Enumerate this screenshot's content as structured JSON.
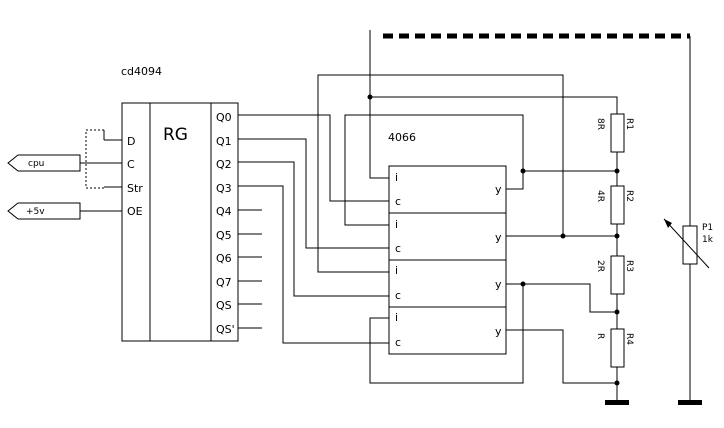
{
  "chip_register": {
    "name": "cd4094",
    "block_label": "RG",
    "inputs": [
      "D",
      "C",
      "Str",
      "OE"
    ],
    "outputs": [
      "Q0",
      "Q1",
      "Q2",
      "Q3",
      "Q4",
      "Q5",
      "Q6",
      "Q7",
      "QS",
      "QS'"
    ]
  },
  "chip_switch": {
    "name": "4066",
    "input_label": "i",
    "control_label": "c",
    "output_label": "y"
  },
  "connectors": {
    "cpu": "cpu",
    "supply": "+5v"
  },
  "resistors": [
    {
      "name": "R1",
      "value": "8R"
    },
    {
      "name": "R2",
      "value": "4R"
    },
    {
      "name": "R3",
      "value": "2R"
    },
    {
      "name": "R4",
      "value": "R"
    }
  ],
  "potentiometer": {
    "name": "P1",
    "value": "1k"
  }
}
